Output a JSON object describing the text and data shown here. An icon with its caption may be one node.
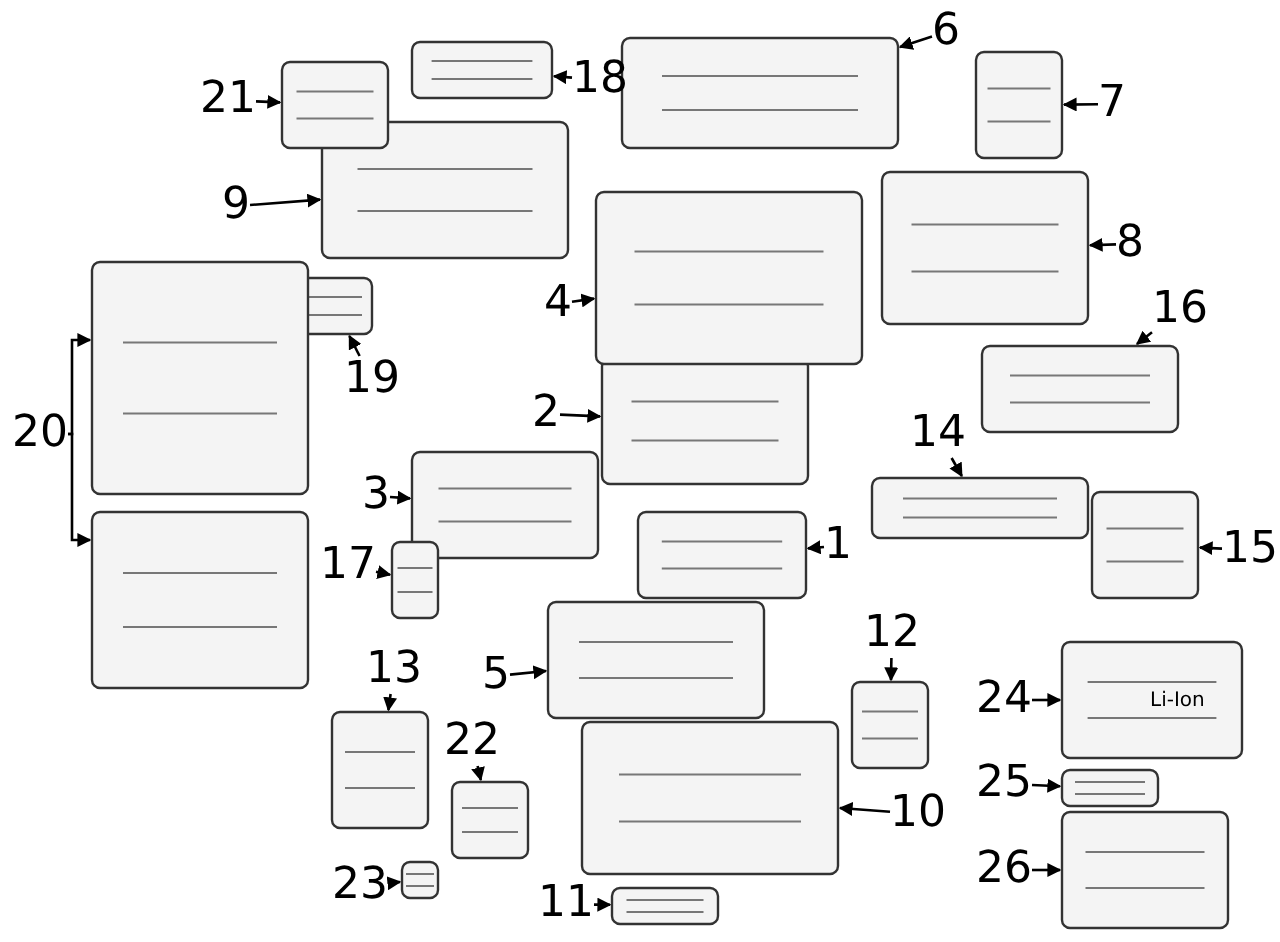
{
  "diagram": {
    "nodes": [
      {
        "text": [
          "1"
        ]
      },
      {
        "text": [],
        "shape": "picture"
      },
      {
        "text": [
          "2"
        ]
      },
      {
        "text": [],
        "shape": "picture"
      },
      {
        "text": [
          "3"
        ]
      },
      {
        "text": [],
        "shape": "picture"
      },
      {
        "text": [
          "4"
        ]
      },
      {
        "text": [],
        "shape": "picture"
      },
      {
        "text": [
          "5"
        ]
      },
      {
        "text": [],
        "shape": "picture"
      },
      {
        "text": [
          "6"
        ]
      },
      {
        "text": [],
        "shape": "picture"
      },
      {
        "text": [
          "7"
        ]
      },
      {
        "text": [],
        "shape": "picture"
      },
      {
        "text": [
          "8"
        ]
      },
      {
        "text": [],
        "shape": "picture"
      },
      {
        "text": [
          "9"
        ]
      },
      {
        "text": [],
        "shape": "picture"
      },
      {
        "text": [
          "10"
        ]
      },
      {
        "text": [],
        "shape": "picture"
      },
      {
        "text": [
          "11"
        ]
      },
      {
        "text": [],
        "shape": "picture"
      },
      {
        "text": [
          "12"
        ]
      },
      {
        "text": [],
        "shape": "picture"
      },
      {
        "text": [
          "13"
        ]
      },
      {
        "text": [],
        "shape": "picture"
      },
      {
        "text": [
          "14"
        ]
      },
      {
        "text": [],
        "shape": "picture"
      },
      {
        "text": [
          "15"
        ]
      },
      {
        "text": [],
        "shape": "picture"
      },
      {
        "text": [
          "16"
        ]
      },
      {
        "text": [],
        "shape": "picture"
      },
      {
        "text": [
          "17"
        ]
      },
      {
        "text": [],
        "shape": "picture"
      },
      {
        "text": [
          "18"
        ]
      },
      {
        "text": [],
        "shape": "picture"
      },
      {
        "text": [
          "19"
        ]
      },
      {
        "text": [],
        "shape": "picture"
      },
      {
        "text": [
          "20"
        ]
      },
      {
        "text": [],
        "shape": "picture"
      },
      {
        "text": [],
        "shape": "picture"
      },
      {
        "text": [
          "21"
        ]
      },
      {
        "text": [],
        "shape": "picture"
      },
      {
        "text": [
          "22"
        ]
      },
      {
        "text": [],
        "shape": "picture"
      },
      {
        "text": [
          "23"
        ]
      },
      {
        "text": [],
        "shape": "picture"
      },
      {
        "text": [
          "24"
        ]
      },
      {
        "text": [],
        "shape": "picture"
      },
      {
        "text": [
          "25"
        ]
      },
      {
        "text": [],
        "shape": "picture"
      },
      {
        "text": [
          "26"
        ]
      },
      {
        "text": [],
        "shape": "picture"
      }
    ],
    "edges": [
      {
        "from": 0,
        "to": 1,
        "arrow": "to"
      },
      {
        "from": 2,
        "to": 3,
        "arrow": "to"
      },
      {
        "from": 4,
        "to": 5,
        "arrow": "to"
      },
      {
        "from": 6,
        "to": 7,
        "arrow": "to"
      },
      {
        "from": 8,
        "to": 9,
        "arrow": "to"
      },
      {
        "from": 10,
        "to": 11,
        "arrow": "to"
      },
      {
        "from": 12,
        "to": 13,
        "arrow": "to"
      },
      {
        "from": 14,
        "to": 15,
        "arrow": "to"
      },
      {
        "from": 16,
        "to": 17,
        "arrow": "to"
      },
      {
        "from": 18,
        "to": 19,
        "arrow": "to"
      },
      {
        "from": 20,
        "to": 21,
        "arrow": "to"
      },
      {
        "from": 22,
        "to": 23,
        "arrow": "to"
      },
      {
        "from": 24,
        "to": 25,
        "arrow": "to"
      },
      {
        "from": 26,
        "to": 27,
        "arrow": "to"
      },
      {
        "from": 28,
        "to": 29,
        "arrow": "to"
      },
      {
        "from": 30,
        "to": 31,
        "arrow": "to"
      },
      {
        "from": 32,
        "to": 33,
        "arrow": "to"
      },
      {
        "from": 34,
        "to": 35,
        "arrow": "to"
      },
      {
        "from": 36,
        "to": 37,
        "arrow": "to"
      },
      {
        "from": 38,
        "to": 39,
        "arrow": "to"
      },
      {
        "from": 38,
        "to": 40,
        "arrow": "to"
      },
      {
        "from": 41,
        "to": 42,
        "arrow": "to"
      },
      {
        "from": 43,
        "to": 44,
        "arrow": "to"
      },
      {
        "from": 45,
        "to": 46,
        "arrow": "to"
      },
      {
        "from": 47,
        "to": 48,
        "arrow": "to"
      },
      {
        "from": 49,
        "to": 50,
        "arrow": "to"
      },
      {
        "from": 51,
        "to": 52,
        "arrow": "to"
      }
    ],
    "labels": [
      "Li-Ion"
    ]
  }
}
